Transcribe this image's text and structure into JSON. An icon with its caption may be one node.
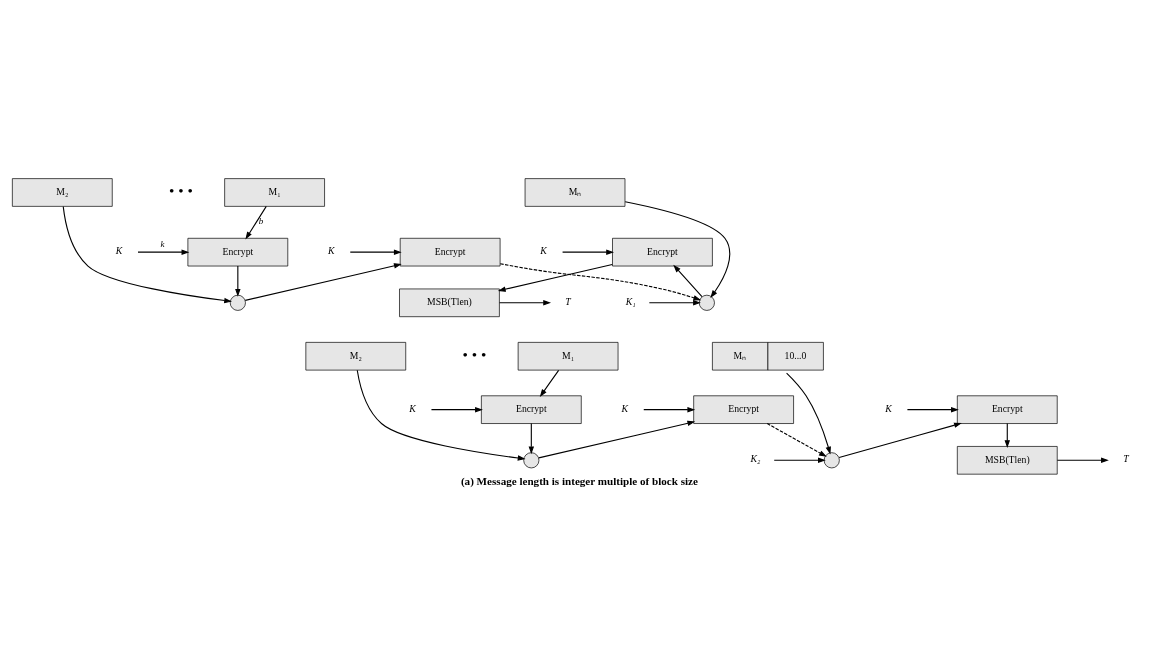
{
  "diagram": {
    "caption": "(a) Message length is integer multiple of block size",
    "nodes": [
      {
        "text": [
          "M₁"
        ]
      },
      {
        "text": [
          "Encrypt"
        ]
      },
      {
        "text": [
          "M₂"
        ]
      },
      {
        "text": [],
        "shape": "circle"
      },
      {
        "text": [
          "Encrypt"
        ]
      },
      {
        "text": [
          "Mₙ"
        ]
      },
      {
        "text": [],
        "shape": "circle"
      },
      {
        "text": [
          "Encrypt"
        ]
      },
      {
        "text": [
          "MSB(Tlen)"
        ]
      },
      {
        "text": [
          "K"
        ]
      },
      {
        "text": [
          "K"
        ]
      },
      {
        "text": [
          "K"
        ]
      },
      {
        "text": [
          "K₁"
        ]
      },
      {
        "text": [
          "T"
        ]
      },
      {
        "text": [
          "M₁"
        ]
      },
      {
        "text": [
          "Encrypt"
        ]
      },
      {
        "text": [
          "M₂"
        ]
      },
      {
        "text": [],
        "shape": "circle"
      },
      {
        "text": [
          "Encrypt"
        ]
      },
      {
        "text": [
          "Mₙ",
          "10...0"
        ]
      },
      {
        "text": [],
        "shape": "circle"
      },
      {
        "text": [
          "Encrypt"
        ]
      },
      {
        "text": [
          "MSB(Tlen)"
        ]
      },
      {
        "text": [
          "K"
        ]
      },
      {
        "text": [
          "K"
        ]
      },
      {
        "text": [
          "K"
        ]
      },
      {
        "text": [
          "K₂"
        ]
      },
      {
        "text": [
          "T"
        ]
      }
    ],
    "edges": [
      {
        "from": 0,
        "to": 1,
        "arrow": "to",
        "label": "b"
      },
      {
        "from": 9,
        "to": 1,
        "arrow": "to",
        "label": "k"
      },
      {
        "from": 1,
        "to": 3,
        "arrow": "to"
      },
      {
        "from": 2,
        "to": 3,
        "arrow": "to"
      },
      {
        "from": 3,
        "to": 4,
        "arrow": "to"
      },
      {
        "from": 10,
        "to": 4,
        "arrow": "to"
      },
      {
        "from": 4,
        "to": 6,
        "arrow": "to",
        "style": "dashed"
      },
      {
        "from": 5,
        "to": 6,
        "arrow": "to"
      },
      {
        "from": 12,
        "to": 6,
        "arrow": "to"
      },
      {
        "from": 6,
        "to": 7,
        "arrow": "to"
      },
      {
        "from": 11,
        "to": 7,
        "arrow": "to"
      },
      {
        "from": 7,
        "to": 8,
        "arrow": "to"
      },
      {
        "from": 8,
        "to": 13,
        "arrow": "to"
      },
      {
        "from": 14,
        "to": 15,
        "arrow": "to"
      },
      {
        "from": 23,
        "to": 15,
        "arrow": "to"
      },
      {
        "from": 15,
        "to": 17,
        "arrow": "to"
      },
      {
        "from": 16,
        "to": 17,
        "arrow": "to"
      },
      {
        "from": 17,
        "to": 18,
        "arrow": "to"
      },
      {
        "from": 24,
        "to": 18,
        "arrow": "to"
      },
      {
        "from": 18,
        "to": 20,
        "arrow": "to",
        "style": "dashed"
      },
      {
        "from": 19,
        "to": 20,
        "arrow": "to"
      },
      {
        "from": 26,
        "to": 20,
        "arrow": "to"
      },
      {
        "from": 20,
        "to": 21,
        "arrow": "to"
      },
      {
        "from": 25,
        "to": 21,
        "arrow": "to"
      },
      {
        "from": 21,
        "to": 22,
        "arrow": "to"
      },
      {
        "from": 22,
        "to": 27,
        "arrow": "to"
      }
    ],
    "labels": [
      "• • •",
      "• • •"
    ]
  }
}
